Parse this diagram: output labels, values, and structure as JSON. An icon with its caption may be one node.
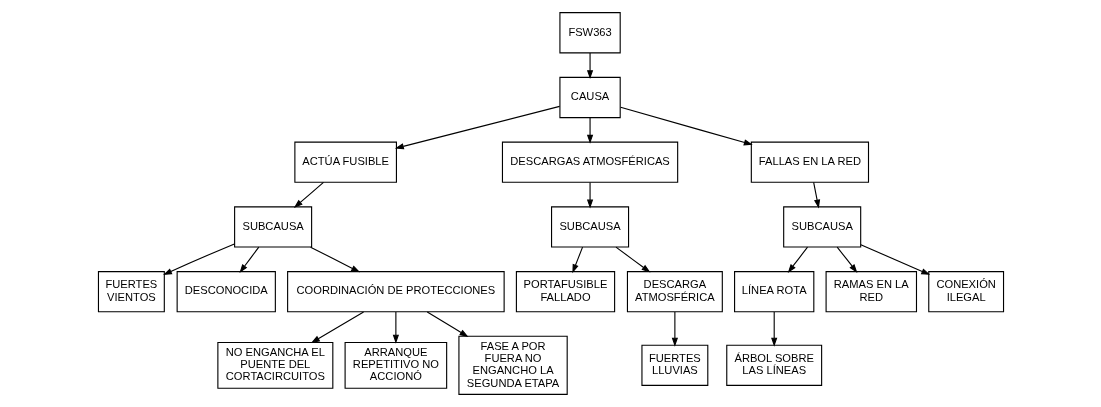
{
  "diagram": {
    "nodes": [
      {
        "text": [
          "FSW363"
        ]
      },
      {
        "text": [
          "CAUSA"
        ]
      },
      {
        "text": [
          "ACTÚA FUSIBLE"
        ]
      },
      {
        "text": [
          "DESCARGAS ATMOSFÉRICAS"
        ]
      },
      {
        "text": [
          "FALLAS EN LA RED"
        ]
      },
      {
        "text": [
          "SUBCAUSA"
        ]
      },
      {
        "text": [
          "SUBCAUSA"
        ]
      },
      {
        "text": [
          "SUBCAUSA"
        ]
      },
      {
        "text": [
          "FUERTES VIENTOS"
        ]
      },
      {
        "text": [
          "DESCONOCIDA"
        ]
      },
      {
        "text": [
          "COORDINACIÓN DE PROTECCIONES"
        ]
      },
      {
        "text": [
          "PORTAFUSIBLE FALLADO"
        ]
      },
      {
        "text": [
          "DESCARGA ATMOSFÉRICA"
        ]
      },
      {
        "text": [
          "LÍNEA ROTA"
        ]
      },
      {
        "text": [
          "RAMAS EN LA RED"
        ]
      },
      {
        "text": [
          "CONEXIÓN ILEGAL"
        ]
      },
      {
        "text": [
          "NO ENGANCHA EL PUENTE DEL CORTACIRCUITOS"
        ]
      },
      {
        "text": [
          "ARRANQUE REPETITIVO NO ACCIONÓ"
        ]
      },
      {
        "text": [
          "FASE A POR FUERA NO ENGANCHO LA SEGUNDA ETAPA"
        ]
      },
      {
        "text": [
          "FUERTES LLUVIAS"
        ]
      },
      {
        "text": [
          "ÁRBOL SOBRE LAS LÍNEAS"
        ]
      }
    ],
    "edges": [
      {
        "from": 0,
        "to": 1,
        "arrow": "to"
      },
      {
        "from": 1,
        "to": 2,
        "arrow": "to"
      },
      {
        "from": 1,
        "to": 3,
        "arrow": "to"
      },
      {
        "from": 1,
        "to": 4,
        "arrow": "to"
      },
      {
        "from": 2,
        "to": 5,
        "arrow": "to"
      },
      {
        "from": 3,
        "to": 6,
        "arrow": "to"
      },
      {
        "from": 4,
        "to": 7,
        "arrow": "to"
      },
      {
        "from": 5,
        "to": 8,
        "arrow": "to"
      },
      {
        "from": 5,
        "to": 9,
        "arrow": "to"
      },
      {
        "from": 5,
        "to": 10,
        "arrow": "to"
      },
      {
        "from": 6,
        "to": 11,
        "arrow": "to"
      },
      {
        "from": 6,
        "to": 12,
        "arrow": "to"
      },
      {
        "from": 7,
        "to": 13,
        "arrow": "to"
      },
      {
        "from": 7,
        "to": 14,
        "arrow": "to"
      },
      {
        "from": 7,
        "to": 15,
        "arrow": "to"
      },
      {
        "from": 10,
        "to": 16,
        "arrow": "to"
      },
      {
        "from": 10,
        "to": 17,
        "arrow": "to"
      },
      {
        "from": 10,
        "to": 18,
        "arrow": "to"
      },
      {
        "from": 12,
        "to": 19,
        "arrow": "to"
      },
      {
        "from": 13,
        "to": 20,
        "arrow": "to"
      }
    ]
  }
}
